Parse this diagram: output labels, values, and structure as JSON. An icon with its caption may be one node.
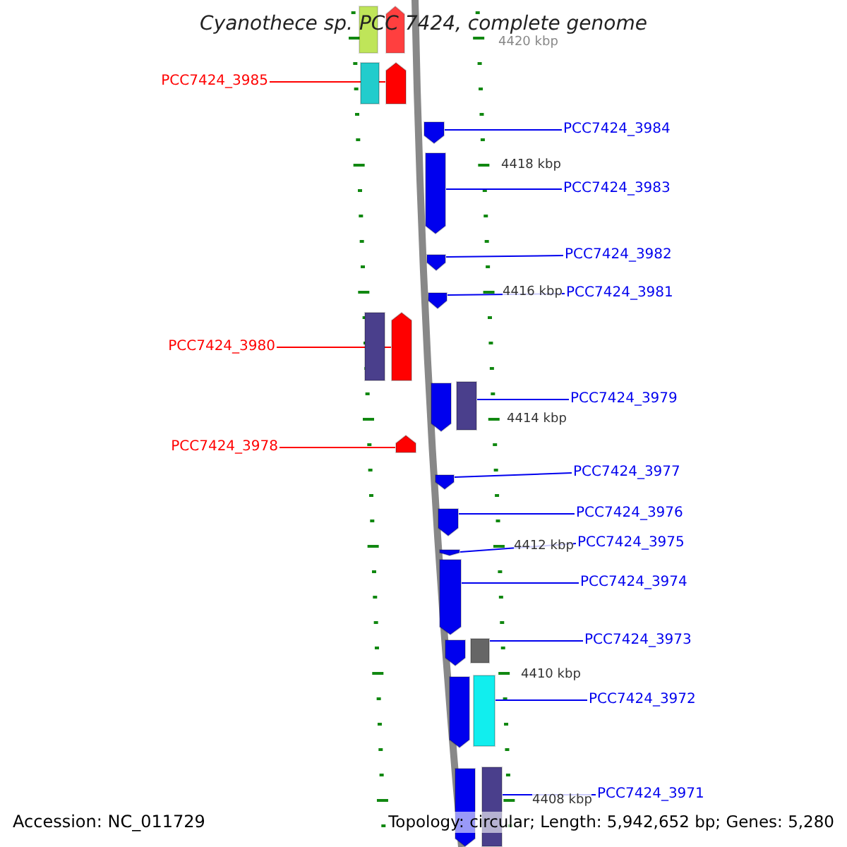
{
  "diagram": {
    "title": "Cyanothece sp. PCC 7424, complete genome",
    "nodes": [
      {
        "text": [],
        "shape": "box"
      },
      {
        "text": [],
        "shape": "arrow"
      },
      {
        "text": [],
        "shape": "box"
      },
      {
        "text": [],
        "shape": "arrow"
      },
      {
        "text": [],
        "shape": "arrow"
      },
      {
        "text": [],
        "shape": "arrow"
      },
      {
        "text": [],
        "shape": "arrow"
      },
      {
        "text": [],
        "shape": "arrow"
      },
      {
        "text": [],
        "shape": "box"
      },
      {
        "text": [],
        "shape": "arrow"
      },
      {
        "text": [],
        "shape": "arrow"
      },
      {
        "text": [],
        "shape": "box"
      },
      {
        "text": [],
        "shape": "arrow"
      },
      {
        "text": [],
        "shape": "arrow"
      },
      {
        "text": [],
        "shape": "arrow"
      },
      {
        "text": [],
        "shape": "arrow"
      },
      {
        "text": [],
        "shape": "arrow"
      },
      {
        "text": [],
        "shape": "arrow"
      },
      {
        "text": [],
        "shape": "box"
      },
      {
        "text": [],
        "shape": "arrow"
      },
      {
        "text": [],
        "shape": "box"
      },
      {
        "text": [],
        "shape": "arrow"
      },
      {
        "text": [],
        "shape": "box"
      },
      {
        "text": [
          "PCC7424_3985"
        ]
      },
      {
        "text": [
          "PCC7424_3984"
        ]
      },
      {
        "text": [
          "PCC7424_3983"
        ]
      },
      {
        "text": [
          "PCC7424_3982"
        ]
      },
      {
        "text": [
          "PCC7424_3981"
        ]
      },
      {
        "text": [
          "PCC7424_3980"
        ]
      },
      {
        "text": [
          "PCC7424_3979"
        ]
      },
      {
        "text": [
          "PCC7424_3978"
        ]
      },
      {
        "text": [
          "PCC7424_3977"
        ]
      },
      {
        "text": [
          "PCC7424_3976"
        ]
      },
      {
        "text": [
          "PCC7424_3975"
        ]
      },
      {
        "text": [
          "PCC7424_3974"
        ]
      },
      {
        "text": [
          "PCC7424_3973"
        ]
      },
      {
        "text": [
          "PCC7424_3972"
        ]
      },
      {
        "text": [
          "PCC7424_3971"
        ]
      }
    ],
    "edges": [
      {
        "from": 23,
        "to": 3,
        "arrow": "none",
        "color": "#ff0000"
      },
      {
        "from": 24,
        "to": 4,
        "arrow": "none"
      },
      {
        "from": 25,
        "to": 5,
        "arrow": "none"
      },
      {
        "from": 26,
        "to": 6,
        "arrow": "none"
      },
      {
        "from": 27,
        "to": 7,
        "arrow": "none"
      },
      {
        "from": 28,
        "to": 9,
        "arrow": "none",
        "color": "#ff0000"
      },
      {
        "from": 29,
        "to": 11,
        "arrow": "none"
      },
      {
        "from": 30,
        "to": 12,
        "arrow": "none",
        "color": "#ff0000"
      },
      {
        "from": 31,
        "to": 13,
        "arrow": "none"
      },
      {
        "from": 32,
        "to": 14,
        "arrow": "none"
      },
      {
        "from": 33,
        "to": 15,
        "arrow": "none"
      },
      {
        "from": 34,
        "to": 16,
        "arrow": "none"
      },
      {
        "from": 35,
        "to": 18,
        "arrow": "none"
      },
      {
        "from": 36,
        "to": 20,
        "arrow": "none"
      },
      {
        "from": 37,
        "to": 22,
        "arrow": "none"
      }
    ],
    "labels": [
      "4420 kbp",
      "4418 kbp",
      "4416 kbp",
      "4414 kbp",
      "4412 kbp",
      "4410 kbp",
      "4408 kbp",
      "Accession: NC_011729",
      "Topology: circular; Length: 5,942,652 bp; Genes: 5,280"
    ]
  }
}
